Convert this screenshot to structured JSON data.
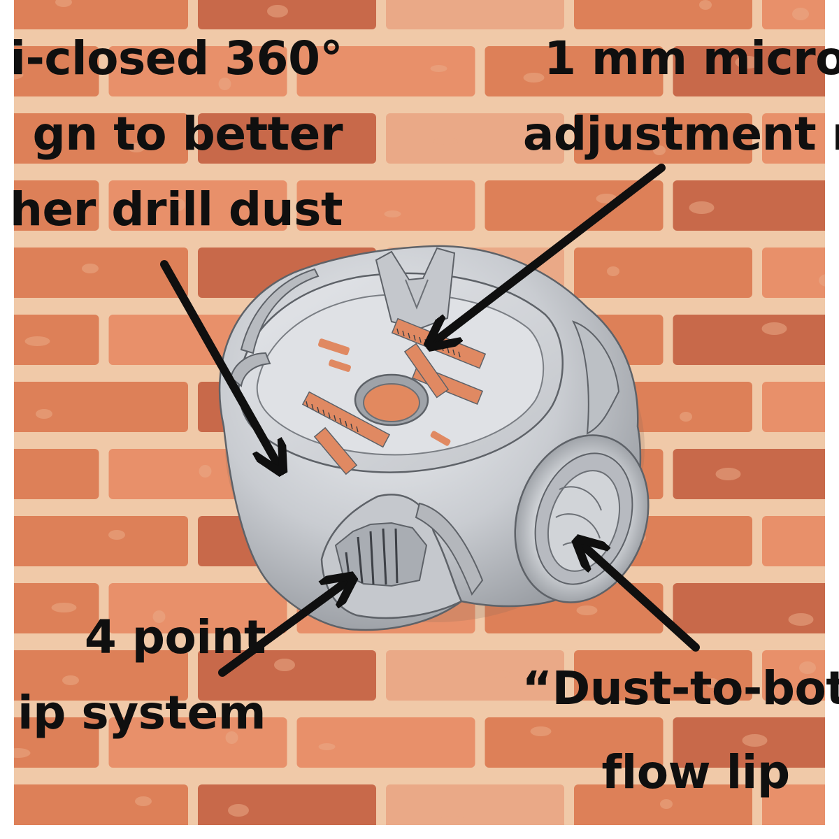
{
  "callouts": {
    "dust_collection": {
      "line1": "i-closed 360°",
      "line2": "gn to better",
      "line3": "her drill dust"
    },
    "micro_adjustment": {
      "line1": "1 mm micro-",
      "line2": "adjustment ru"
    },
    "grip_system": {
      "line1": "4 point",
      "line2": "ip system"
    },
    "flow_lip": {
      "line1": "“Dust-to-bott",
      "line2": "flow lip"
    }
  },
  "colors": {
    "background": "#ffffff",
    "mortar": "#f0c9a8",
    "brick_light": "#e8906a",
    "brick_mid": "#dd8058",
    "brick_dark": "#c8694a",
    "brick_pale": "#eaa987",
    "device_body": "#c9ccd1",
    "device_shadow": "#8e9298",
    "ruler_accent": "#e08962",
    "text": "#0f0f0f"
  },
  "icons": {
    "arrows": "arrow-icon",
    "device": "drill-dust-collector-icon"
  }
}
